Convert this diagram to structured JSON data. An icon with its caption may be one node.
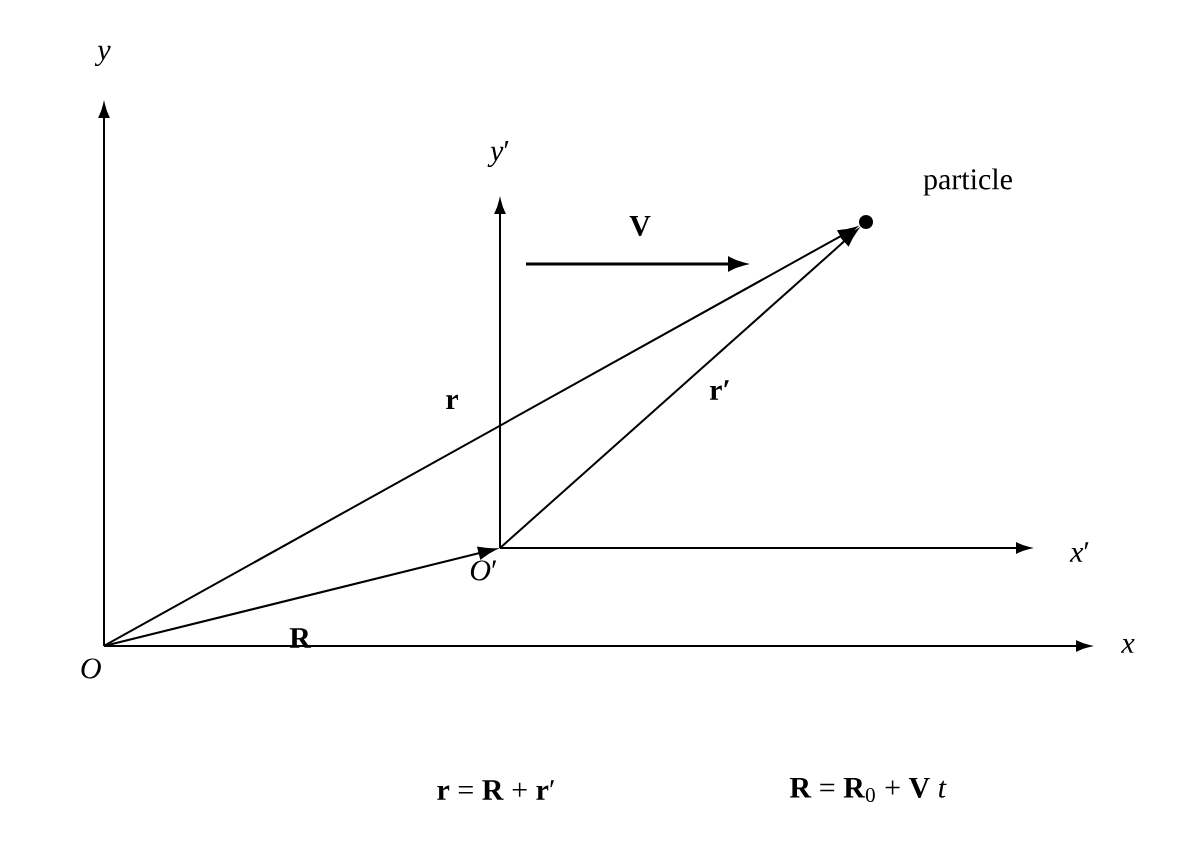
{
  "diagram": {
    "nodes": [
      {
        "text": [
          "*O*"
        ]
      },
      {
        "text": [
          "*O*′"
        ]
      },
      {
        "text": [],
        "shape": "dot",
        "beside": [
          "particle"
        ]
      }
    ],
    "edges": [
      {
        "from": 0,
        "to": 1,
        "arrow": "to",
        "label": "R"
      },
      {
        "from": 0,
        "to": 2,
        "arrow": "to",
        "label": "r"
      },
      {
        "from": 1,
        "to": 2,
        "arrow": "to",
        "label": "r′"
      }
    ],
    "labels": [
      "*y*",
      "*x*",
      "*y*′",
      "*x*′",
      "**V**",
      "**r** = **R** + **r**′",
      "**R** = **R**$_{0}$ + **V** *t*"
    ]
  }
}
